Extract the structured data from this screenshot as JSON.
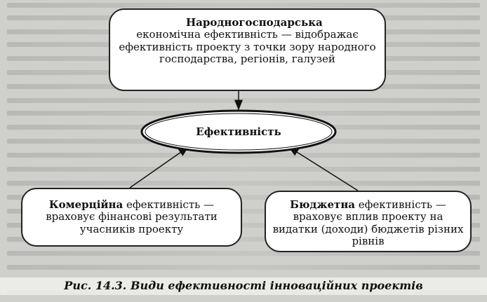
{
  "diagram": {
    "national": {
      "title": "Народногосподарська",
      "body": "економічна ефективність — відображає ефективність проекту з точки зору народного господарства, регіонів, галузей"
    },
    "center": {
      "label": "Ефективність"
    },
    "commercial": {
      "title": "Комерційна",
      "body_inline": " ефективність —",
      "body": "враховує фінансові результати учасників проекту"
    },
    "budget": {
      "title": "Бюджетна",
      "body_inline": " ефективність —",
      "body": "враховує вплив проекту на видатки (доходи) бюджетів різних рівнів"
    }
  },
  "caption": "Рис. 14.3. Види ефективності інноваційних проектів"
}
